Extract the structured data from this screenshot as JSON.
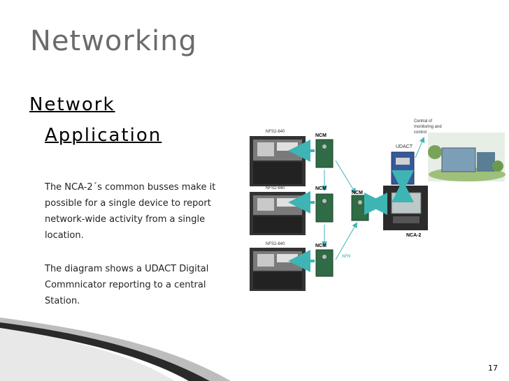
{
  "slide": {
    "title": "Networking",
    "heading_line1": "Network",
    "heading_line2": "Application",
    "paragraph1": "The NCA-2´s common busses make it possible for a single device to report network-wide activity from a single location.",
    "paragraph2": "The diagram shows a UDACT Digital Commnicator reporting to a central Station.",
    "page_number": "17"
  },
  "diagram": {
    "panel_label_1": "NFS2-640",
    "panel_label_2": "NFS2-640",
    "panel_label_3": "NFS2-640",
    "ncm_label_1": "NCM",
    "ncm_label_2": "NCM",
    "ncm_label_3": "NCM",
    "ncm_label_4": "NCM",
    "udact_label": "UDACT",
    "central_label_1": "Central of",
    "central_label_2": "monitoring and",
    "central_label_3": "control",
    "nca_label": "NCA-2",
    "nfn_label": "NFN"
  },
  "colors": {
    "title": "#6b6b6b",
    "arrow": "#3fb4b4",
    "panel": "#3a3a3a",
    "board": "#2f6b45",
    "nfn_text": "#3fa0a0"
  }
}
